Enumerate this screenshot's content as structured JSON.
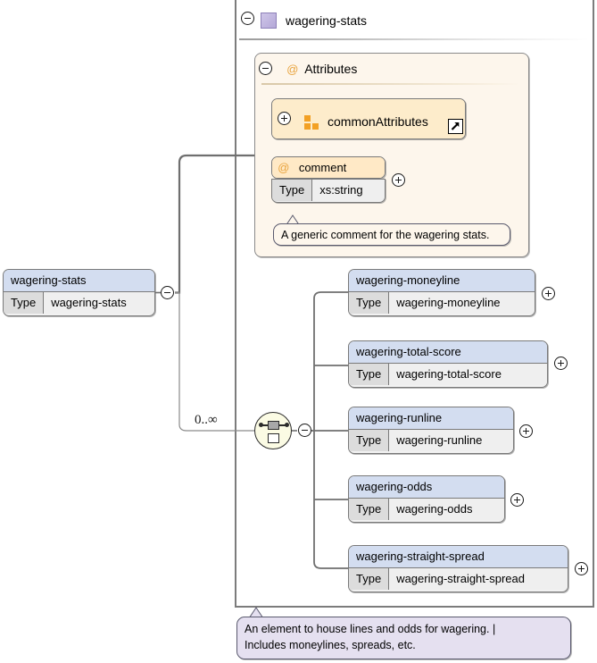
{
  "diagram": {
    "root_element": {
      "name": "wagering-stats",
      "type_label": "Type",
      "type_value": "wagering-stats",
      "expander": "minus"
    },
    "container": {
      "title": "wagering-stats",
      "icon": "element-square-icon",
      "expander": "minus"
    },
    "attributes_panel": {
      "title": "Attributes",
      "at_symbol": "@",
      "expander": "minus",
      "items": [
        {
          "name": "commonAttributes",
          "icon": "attribute-group-icon",
          "expander": "plus",
          "link_icon": "external-link-arrow-icon"
        }
      ],
      "attribute": {
        "at_symbol": "@",
        "name": "comment",
        "type_label": "Type",
        "type_value": "xs:string",
        "expander": "plus",
        "annotation": "A generic comment for the wagering stats."
      }
    },
    "choice_group": {
      "icon": "choice-model-group-icon",
      "cardinality": "0..∞",
      "expander": "minus"
    },
    "children": [
      {
        "name": "wagering-moneyline",
        "type_label": "Type",
        "type_value": "wagering-moneyline",
        "expander": "plus"
      },
      {
        "name": "wagering-total-score",
        "type_label": "Type",
        "type_value": "wagering-total-score",
        "expander": "plus"
      },
      {
        "name": "wagering-runline",
        "type_label": "Type",
        "type_value": "wagering-runline",
        "expander": "plus"
      },
      {
        "name": "wagering-odds",
        "type_label": "Type",
        "type_value": "wagering-odds",
        "expander": "plus"
      },
      {
        "name": "wagering-straight-spread",
        "type_label": "Type",
        "type_value": "wagering-straight-spread",
        "expander": "plus"
      }
    ],
    "documentation": {
      "line1": "An element to house lines and odds for wagering. |",
      "line2": "Includes moneylines, spreads, etc."
    },
    "colors": {
      "element_header": "#d3ddf0",
      "attribute_header": "#ffe9c6",
      "attributes_panel_bg": "#fdf6ec",
      "annotation_bg": "#e5e0f0",
      "accent_orange": "#f2a024",
      "element_icon": "#b4a8d8"
    }
  }
}
